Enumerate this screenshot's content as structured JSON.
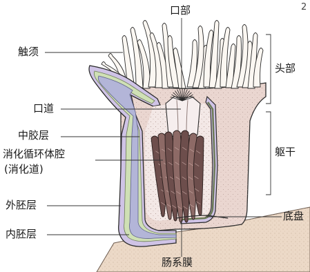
{
  "labels": {
    "mouth": "口部",
    "tentacles": "触须",
    "head": "头部",
    "pharynx": "口道",
    "mesoglea": "中胶层",
    "cavity_line1": "消化循环体腔",
    "cavity_line2": "(消化道)",
    "trunk": "躯干",
    "ectoderm": "外胚层",
    "pedal_disc": "底盘",
    "endoderm": "内胚层",
    "mesentery": "肠系膜",
    "corner_mark": "2"
  },
  "colors": {
    "outline": "#2a2a2a",
    "ectoderm": "#cfc3e6",
    "mesoglea": "#cfe0b5",
    "endoderm": "#b3b5d8",
    "body_shade": "#ead6d0",
    "tentacle": "#fbf7f2",
    "mesentery_dark": "#6d4e4c",
    "mesentery_mid": "#8d6a66",
    "ground": "#ecd9c7"
  }
}
